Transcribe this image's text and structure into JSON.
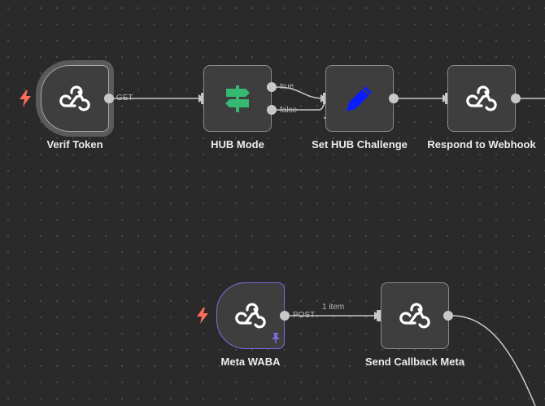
{
  "canvas": {
    "nodes": [
      {
        "id": "verif-token",
        "label": "Verif Token",
        "icon": "webhook-icon",
        "trigger": true,
        "selected": true,
        "output": "GET"
      },
      {
        "id": "hub-mode",
        "label": "HUB Mode",
        "icon": "signpost-icon",
        "outputs": [
          "true",
          "false"
        ]
      },
      {
        "id": "set-hub-challenge",
        "label": "Set HUB Challenge",
        "icon": "pencil-icon"
      },
      {
        "id": "respond-to-webhook",
        "label": "Respond to Webhook",
        "icon": "webhook-icon"
      },
      {
        "id": "meta-waba",
        "label": "Meta WABA",
        "icon": "webhook-icon",
        "trigger": true,
        "pinned": true,
        "output": "POST"
      },
      {
        "id": "send-callback-meta",
        "label": "Send Callback Meta",
        "icon": "webhook-icon"
      }
    ],
    "connections": [
      {
        "from": "verif-token",
        "to": "hub-mode",
        "label": "GET"
      },
      {
        "from": "hub-mode",
        "to": "set-hub-challenge",
        "label": "true"
      },
      {
        "from": "hub-mode",
        "to": "set-hub-challenge",
        "label": "false"
      },
      {
        "from": "set-hub-challenge",
        "to": "respond-to-webhook"
      },
      {
        "from": "meta-waba",
        "to": "send-callback-meta",
        "label": "POST",
        "items": "1 item"
      }
    ]
  },
  "colors": {
    "background": "#2a2a2a",
    "node_bg": "#3e3e3e",
    "node_border": "#8a8a8a",
    "trigger_bolt": "#ff6d5a",
    "switch_green": "#35b872",
    "pencil_blue": "#0a1dff",
    "pinned_purple": "#7d6bdc"
  }
}
